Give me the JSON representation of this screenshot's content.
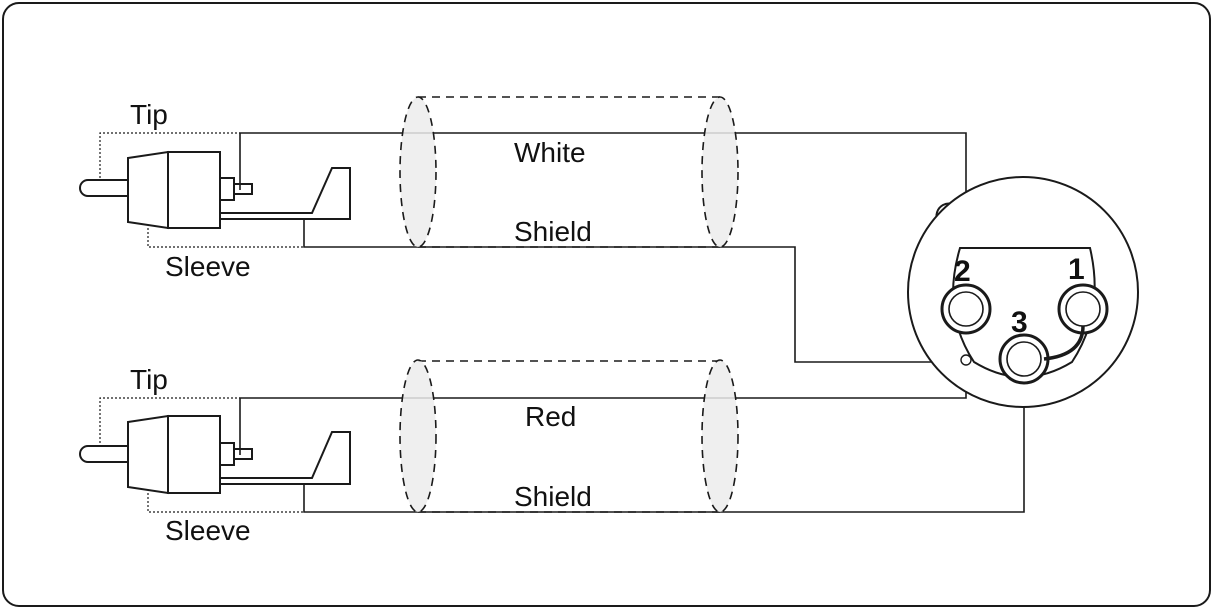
{
  "cable_top": {
    "tip_label": "Tip",
    "sleeve_label": "Sleeve",
    "signal_wire_label": "White",
    "shield_wire_label": "Shield",
    "plug_color": "#ffffff"
  },
  "cable_bottom": {
    "tip_label": "Tip",
    "sleeve_label": "Sleeve",
    "signal_wire_label": "Red",
    "shield_wire_label": "Shield",
    "plug_color": "#e8141b"
  },
  "xlr": {
    "pin_1": "1",
    "pin_2": "2",
    "pin_3": "3"
  }
}
